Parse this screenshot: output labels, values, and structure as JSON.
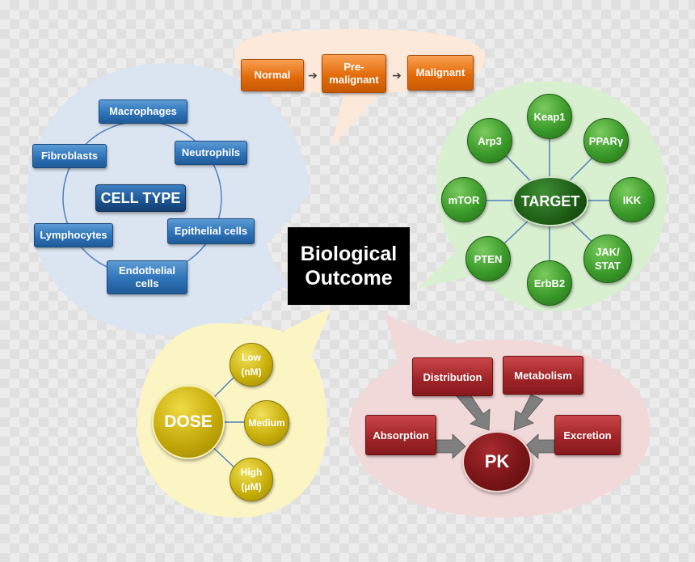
{
  "center": {
    "line1": "Biological",
    "line2": "Outcome"
  },
  "progression": {
    "steps": [
      "Normal",
      "Pre-\nmalignant",
      "Malignant"
    ]
  },
  "cell_type": {
    "title": "CELL TYPE",
    "items": [
      "Macrophages",
      "Neutrophils",
      "Fibroblasts",
      "Epithelial cells",
      "Lymphocytes",
      "Endothelial\ncells"
    ]
  },
  "target": {
    "title": "TARGET",
    "items": [
      "Keap1",
      "PPARγ",
      "IKK",
      "JAK/\nSTAT",
      "ErbB2",
      "PTEN",
      "mTOR",
      "Arp3"
    ]
  },
  "dose": {
    "title": "DOSE",
    "items": [
      "Low\n(nM)",
      "Medium",
      "High\n(μM)"
    ]
  },
  "pk": {
    "title": "PK",
    "items": [
      "Distribution",
      "Metabolism",
      "Absorption",
      "Excretion"
    ]
  },
  "colors": {
    "bubble_blue": "#dbe5f1",
    "bubble_orange": "#fde9d9",
    "bubble_green": "#d8efd0",
    "bubble_yellow": "#fbf5c4",
    "bubble_red": "#f2d9d9"
  }
}
